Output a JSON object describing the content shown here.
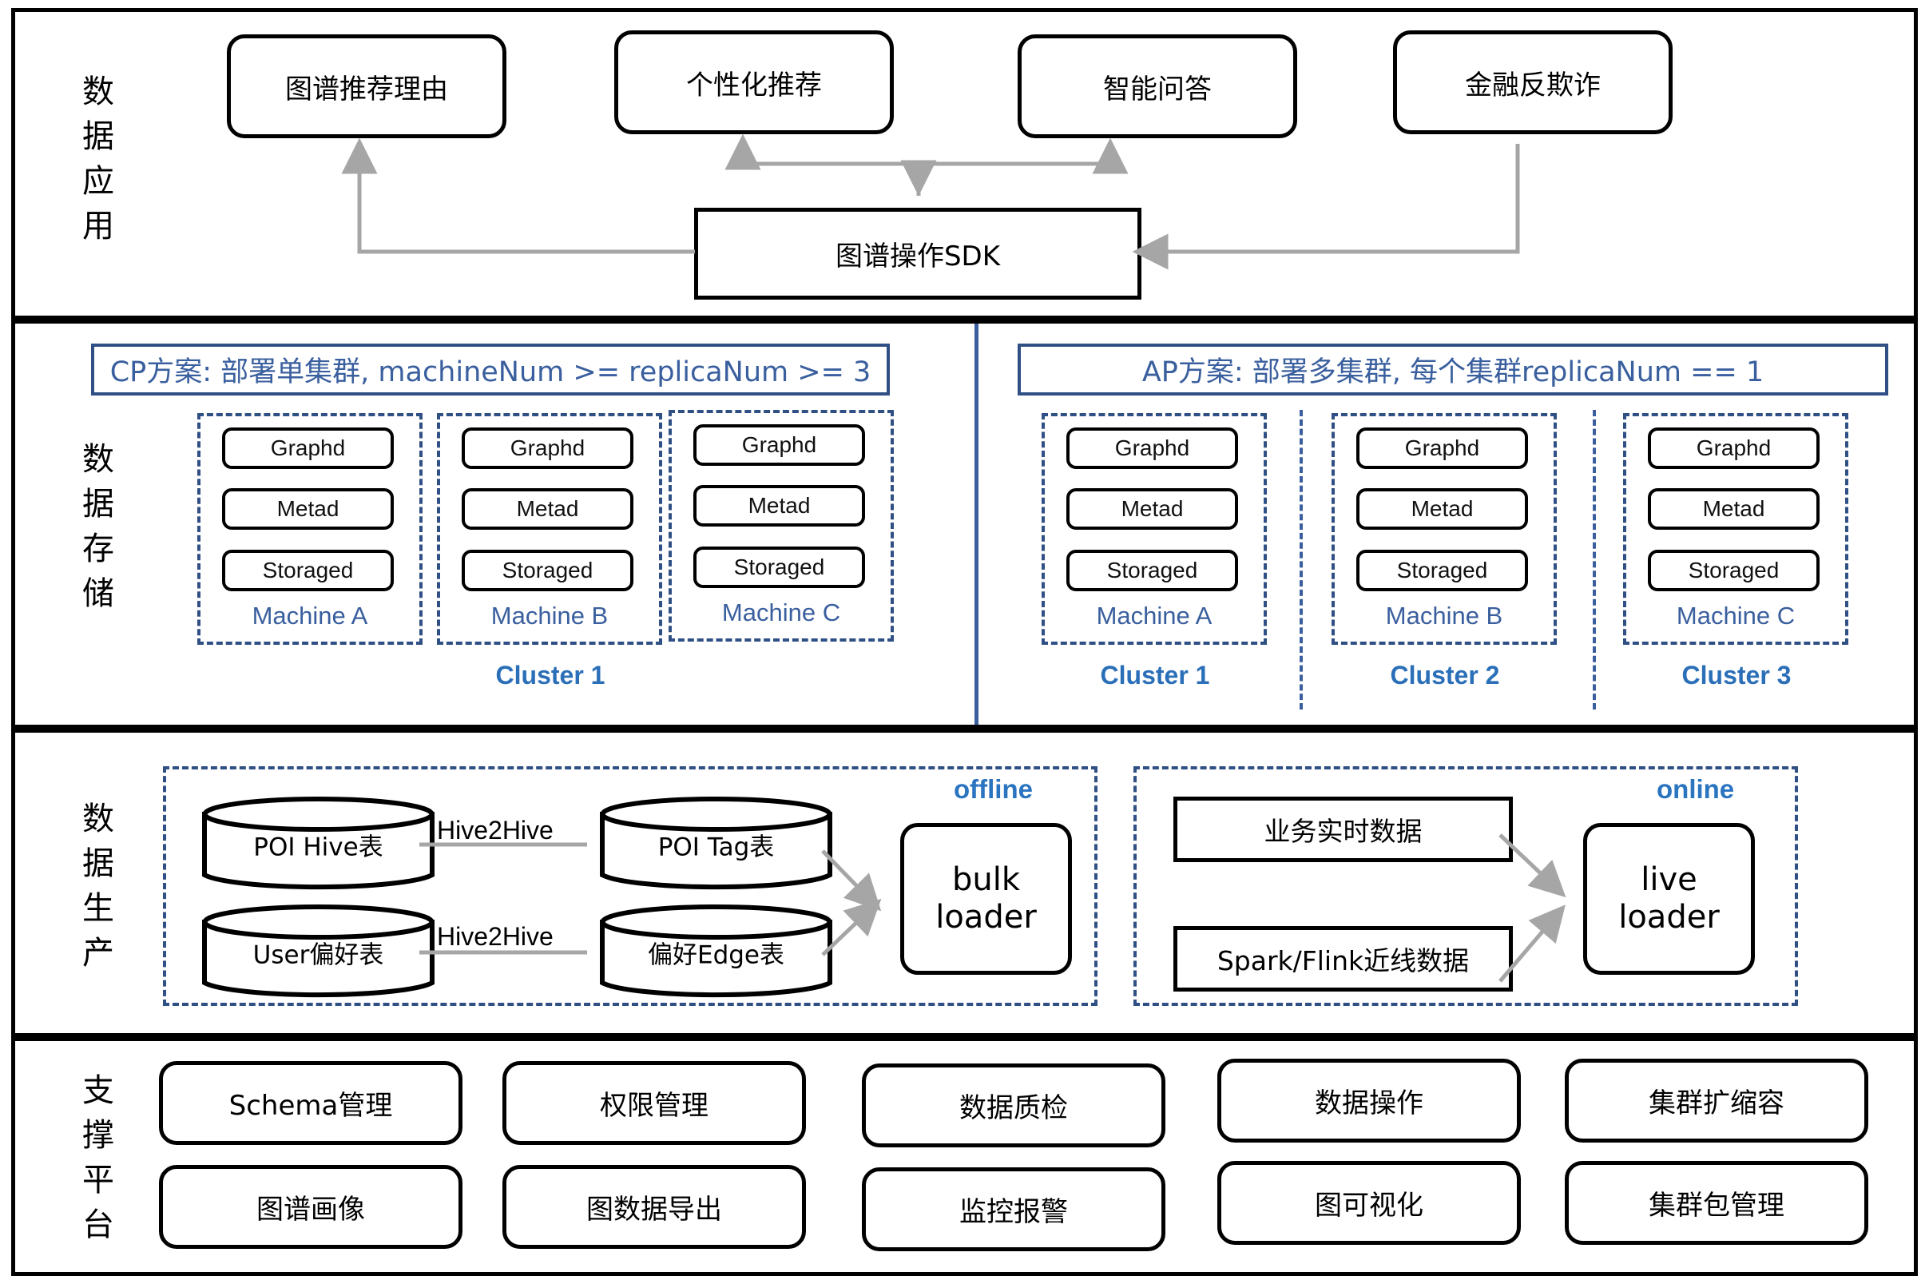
{
  "layers": [
    {
      "id": "data-application",
      "label": "数据应用"
    },
    {
      "id": "data-storage",
      "label": "数据存储"
    },
    {
      "id": "data-production",
      "label": "数据生产"
    },
    {
      "id": "support-platform",
      "label": "支撑平台"
    }
  ],
  "application": {
    "apps": [
      {
        "label": "图谱推荐理由"
      },
      {
        "label": "个性化推荐"
      },
      {
        "label": "智能问答"
      },
      {
        "label": "金融反欺诈"
      }
    ],
    "sdk": {
      "label": "图谱操作SDK"
    }
  },
  "storage": {
    "cp": {
      "banner": "CP方案: 部署单集群, machineNum >= replicaNum >= 3",
      "machines": [
        {
          "name": "Machine A",
          "services": [
            "Graphd",
            "Metad",
            "Storaged"
          ]
        },
        {
          "name": "Machine B",
          "services": [
            "Graphd",
            "Metad",
            "Storaged"
          ]
        },
        {
          "name": "Machine C",
          "services": [
            "Graphd",
            "Metad",
            "Storaged"
          ]
        }
      ],
      "clusters": [
        "Cluster 1"
      ]
    },
    "ap": {
      "banner": "AP方案: 部署多集群, 每个集群replicaNum == 1",
      "machines": [
        {
          "name": "Machine A",
          "services": [
            "Graphd",
            "Metad",
            "Storaged"
          ]
        },
        {
          "name": "Machine B",
          "services": [
            "Graphd",
            "Metad",
            "Storaged"
          ]
        },
        {
          "name": "Machine C",
          "services": [
            "Graphd",
            "Metad",
            "Storaged"
          ]
        }
      ],
      "clusters": [
        "Cluster 1",
        "Cluster 2",
        "Cluster 3"
      ]
    }
  },
  "production": {
    "offline": {
      "tag": "offline",
      "sources": [
        "POI Hive表",
        "User偏好表"
      ],
      "targets": [
        "POI Tag表",
        "偏好Edge表"
      ],
      "edge_labels": [
        "Hive2Hive",
        "Hive2Hive"
      ],
      "loader": "bulk\nloader",
      "loader_line1": "bulk",
      "loader_line2": "loader"
    },
    "online": {
      "tag": "online",
      "sources": [
        "业务实时数据",
        "Spark/Flink近线数据"
      ],
      "loader_line1": "live",
      "loader_line2": "loader"
    }
  },
  "support": {
    "row1": [
      "Schema管理",
      "权限管理",
      "数据质检",
      "数据操作",
      "集群扩缩容"
    ],
    "row2": [
      "图谱画像",
      "图数据导出",
      "监控报警",
      "图可视化",
      "集群包管理"
    ]
  },
  "colors": {
    "frame": "#000000",
    "blue_dark": "#2f4f85",
    "blue_text": "#3a5f9e",
    "blue_bright": "#2a6fb8",
    "wire": "#a6a6a6"
  }
}
